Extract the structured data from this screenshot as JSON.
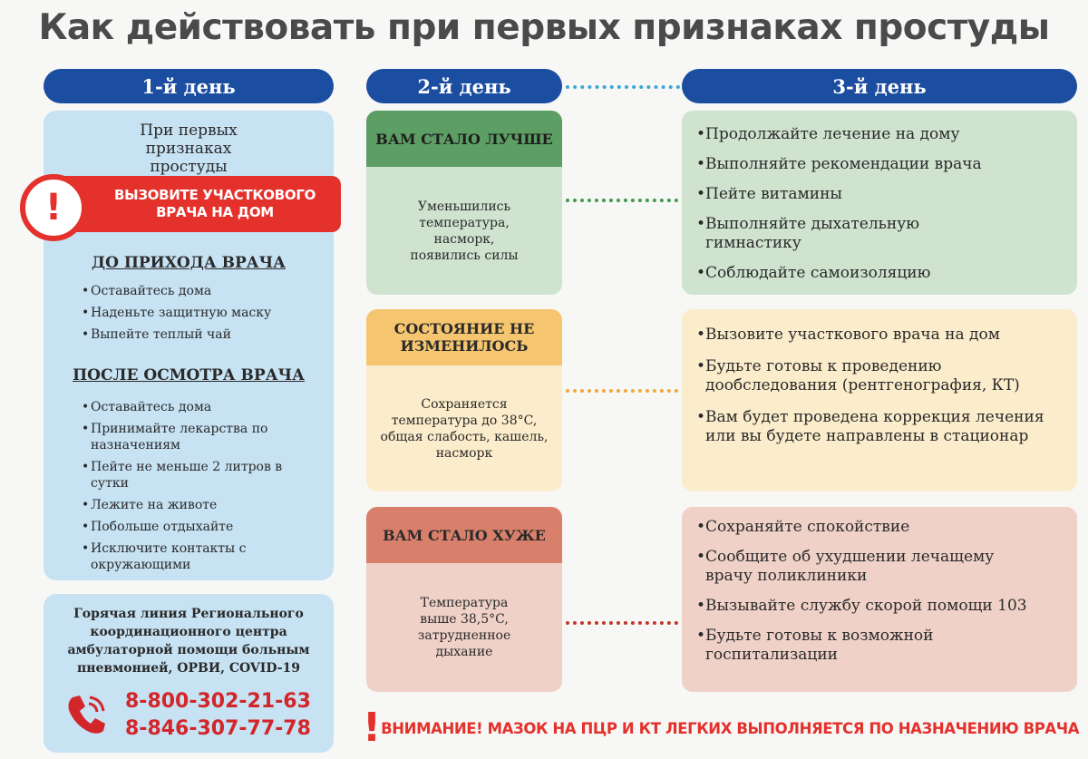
{
  "title": "Как действовать при первых признаках простуды",
  "days": {
    "day1": "1-й день",
    "day2": "2-й день",
    "day3": "3-й день"
  },
  "day1": {
    "first_signs": "При первых признаках простуды",
    "call_doctor": "ВЫЗОВИТЕ УЧАСТКОВОГО ВРАЧА НА ДОМ",
    "before_head": "ДО ПРИХОДА ВРАЧА",
    "before_items": [
      "Оставайтесь дома",
      "Наденьте защитную маску",
      "Выпейте теплый чай"
    ],
    "after_head": "ПОСЛЕ ОСМОТРА ВРАЧА",
    "after_items": [
      "Оставайтесь дома",
      "Принимайте лекарства по назначениям",
      "Пейте не меньше 2 литров в сутки",
      "Лежите на животе",
      "Побольше отдыхайте",
      "Исключите контакты с окружающими"
    ]
  },
  "hotline": {
    "text": "Горячая линия Регионального координационного центра амбулаторной помощи больным пневмонией, ОРВИ, COVID-19",
    "phone1": "8-800-302-21-63",
    "phone2": "8-846-307-77-78",
    "icon": "phone-icon"
  },
  "states": [
    {
      "head": "ВАМ СТАЛО ЛУЧШЕ",
      "body": "Уменьшились температура, насморк, появились силы",
      "actions": [
        "Продолжайте лечение на дому",
        "Выполняйте рекомендации врача",
        "Пейте витамины",
        "Выполняйте дыхательную гимнастику",
        "Соблюдайте самоизоляцию"
      ]
    },
    {
      "head": "СОСТОЯНИЕ НЕ ИЗМЕНИЛОСЬ",
      "body": "Сохраняется температура до 38°C, общая слабость, кашель, насморк",
      "actions": [
        "Вызовите участкового врача на дом",
        "Будьте готовы к проведению дообследования (рентгенография, КТ)",
        "Вам будет проведена коррекция лечения или вы будете направлены в стационар"
      ]
    },
    {
      "head": "ВАМ СТАЛО ХУЖЕ",
      "body": "Температура выше 38,5°C, затрудненное дыхание",
      "actions": [
        "Сохраняйте спокойствие",
        "Сообщите об ухудшении лечащему врачу поликлиники",
        "Вызывайте службу скорой помощи 103",
        "Будьте готовы к возможной госпитализации"
      ]
    }
  ],
  "warning": "ВНИМАНИЕ! МАЗОК НА ПЦР И КТ ЛЕГКИХ ВЫПОЛНЯЕТСЯ ПО НАЗНАЧЕНИЮ ВРАЧА",
  "colors": {
    "header_blue": "#1b4da0",
    "alert_red": "#e4312b",
    "day1_bg": "#c6e2f3",
    "better_head": "#5c9e63",
    "better_bg": "#cfe3cf",
    "same_head": "#f5c66f",
    "same_bg": "#fbeccb",
    "worse_head": "#d9806c",
    "worse_bg": "#efd1c7"
  }
}
